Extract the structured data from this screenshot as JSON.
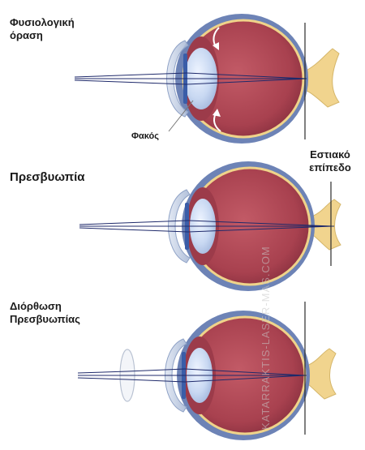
{
  "labels": {
    "normal_vision_line1": "Φυσιολογική",
    "normal_vision_line2": "όραση",
    "lens": "Φακός",
    "focal_plane_line1": "Εστιακό",
    "focal_plane_line2": "επίπεδο",
    "presbyopia": "Πρεσβυωπία",
    "correction_line1": "Διόρθωση",
    "correction_line2": "Πρεσβυωπίας"
  },
  "watermark": "KATARRAKTIS-LASER-MAS.COM",
  "colors": {
    "sclera": "#6d83b6",
    "retina_fill": "#b04a58",
    "retina_edge": "#efd38a",
    "cornea": "#a8b8d6",
    "lens": "#c9d8f0",
    "iris": "#3a5da8",
    "nerve": "#f1d48e",
    "ray": "#1f2a6b",
    "text": "#1a1a1a"
  }
}
